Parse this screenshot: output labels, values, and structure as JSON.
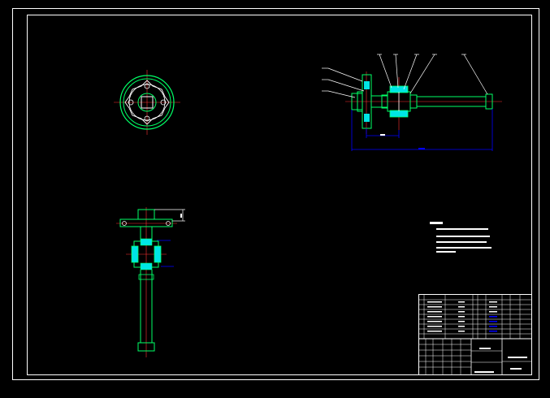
{
  "colors": {
    "background": "#000000",
    "frame": "#ffffff",
    "part_outline": "#00ff66",
    "part_detail": "#ffffff",
    "section_fill": "#00e5e5",
    "dimension": "#0000ff",
    "centerline": "#ff3333"
  },
  "views": [
    {
      "id": "end-view",
      "label": ""
    },
    {
      "id": "front-section-view",
      "label": ""
    },
    {
      "id": "vertical-section-view",
      "label": ""
    }
  ],
  "technical_notes": {
    "heading": "",
    "lines": [
      "",
      "",
      ""
    ]
  },
  "title_block": {
    "drawing_title": "",
    "drawing_number": ""
  }
}
